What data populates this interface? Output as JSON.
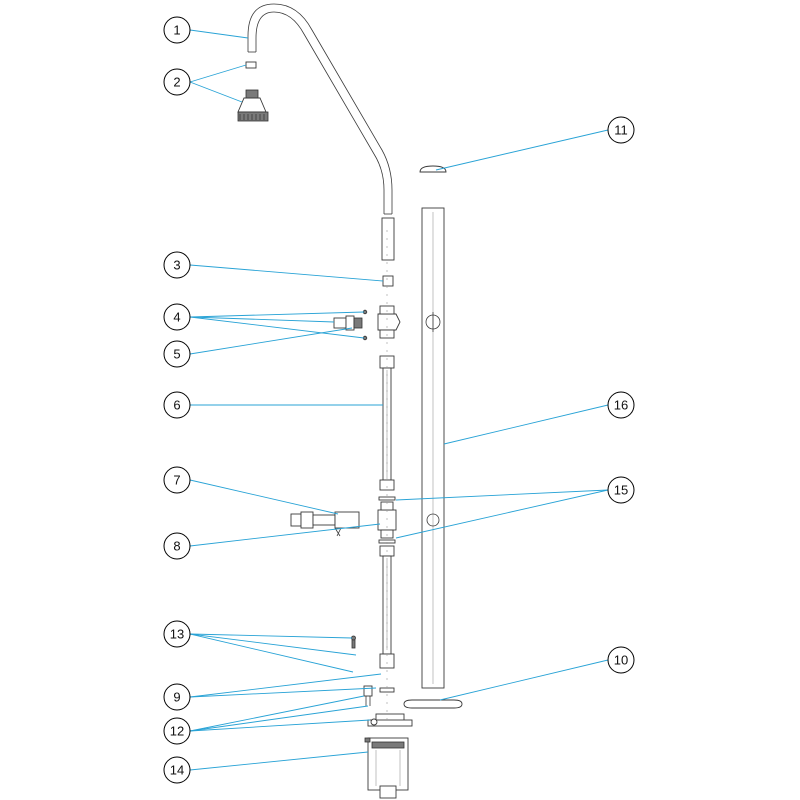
{
  "callouts": [
    {
      "id": "1",
      "label": "1"
    },
    {
      "id": "2",
      "label": "2"
    },
    {
      "id": "3",
      "label": "3"
    },
    {
      "id": "4",
      "label": "4"
    },
    {
      "id": "5",
      "label": "5"
    },
    {
      "id": "6",
      "label": "6"
    },
    {
      "id": "7",
      "label": "7"
    },
    {
      "id": "8",
      "label": "8"
    },
    {
      "id": "9",
      "label": "9"
    },
    {
      "id": "10",
      "label": "10"
    },
    {
      "id": "11",
      "label": "11"
    },
    {
      "id": "12",
      "label": "12"
    },
    {
      "id": "13",
      "label": "13"
    },
    {
      "id": "14",
      "label": "14"
    },
    {
      "id": "15",
      "label": "15"
    },
    {
      "id": "16",
      "label": "16"
    }
  ],
  "colors": {
    "leader_line": "#29a3d6",
    "outline": "#3a3a3a",
    "background": "#ffffff"
  }
}
